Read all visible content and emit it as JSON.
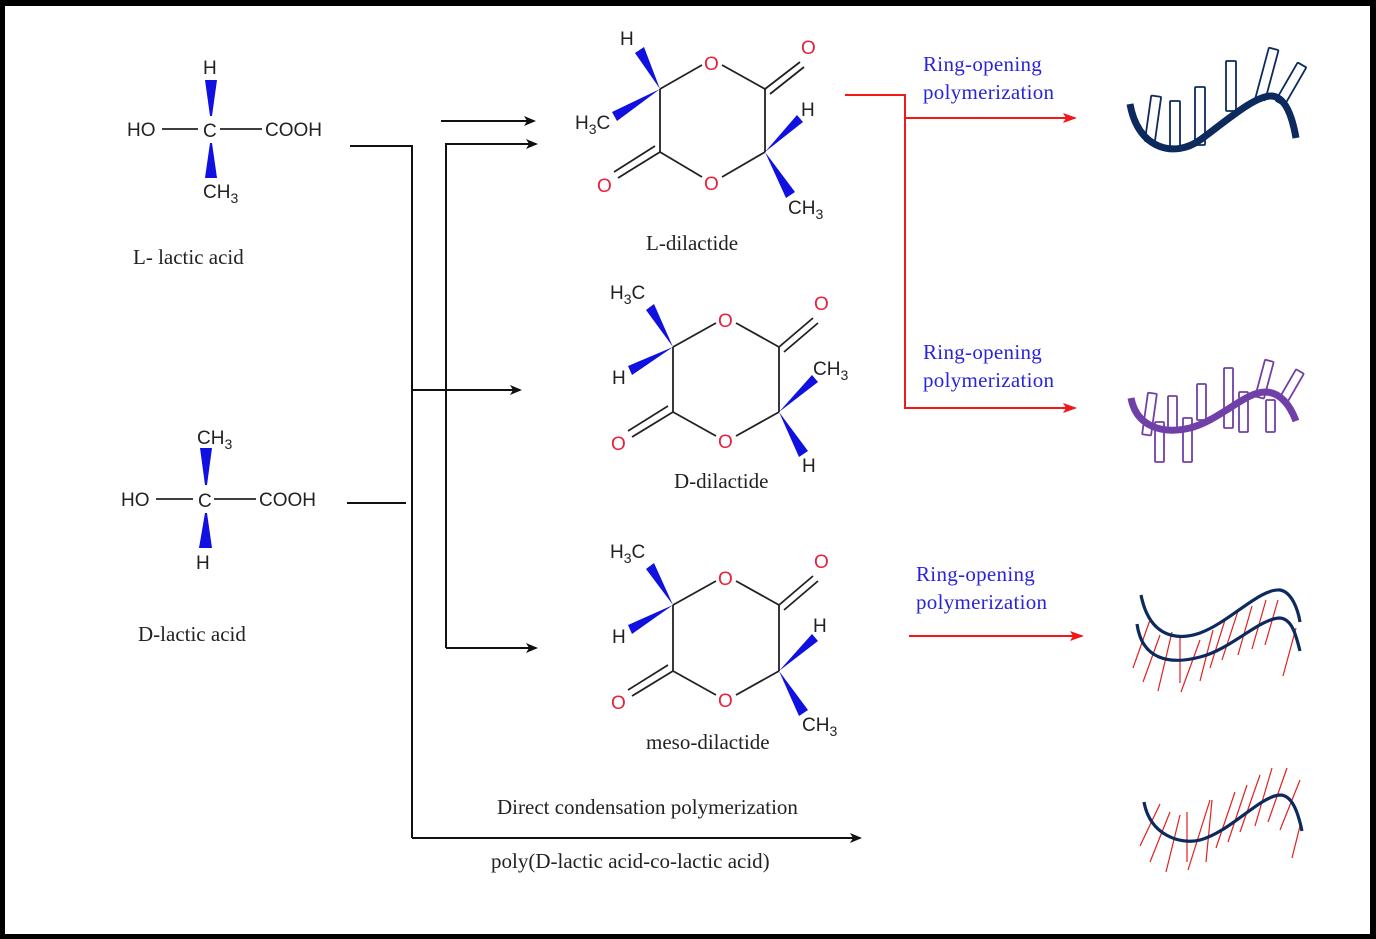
{
  "diagram": {
    "title": "Synthesis routes of poly(lactic acid)",
    "monomers": [
      {
        "name": "L- lactic acid",
        "left": "HO",
        "center": "C",
        "right": "COOH",
        "top": "H",
        "bottom": "CH",
        "bottom_sub": "3"
      },
      {
        "name": "D-lactic acid",
        "left": "HO",
        "center": "C",
        "right": "COOH",
        "top": "CH",
        "top_sub": "3",
        "bottom": "H"
      }
    ],
    "dilactides": [
      {
        "name": "L-dilactide",
        "ring_o": "O",
        "carbonyl_o": "O",
        "sub_a": "H",
        "sub_b": "H",
        "sub_b_sub": "3",
        "sub_b_c": "C",
        "sub_c": "H",
        "sub_d": "CH",
        "sub_d_sub": "3"
      },
      {
        "name": "D-dilactide",
        "ring_o": "O",
        "carbonyl_o": "O",
        "sub_a": "H",
        "sub_a_sub": "3",
        "sub_a_c": "C",
        "sub_b": "H",
        "sub_c": "CH",
        "sub_c_sub": "3",
        "sub_d": "H"
      },
      {
        "name": "meso-dilactide",
        "ring_o": "O",
        "carbonyl_o": "O",
        "sub_a": "H",
        "sub_a_sub": "3",
        "sub_a_c": "C",
        "sub_b": "H",
        "sub_c": "H",
        "sub_d": "CH",
        "sub_d_sub": "3"
      }
    ],
    "process_labels": {
      "rop_line1": "Ring-opening",
      "rop_line2": "polymerization",
      "direct": "Direct condensation polymerization",
      "copolymer": "poly(D-lactic acid-co-lactic acid)"
    },
    "polymers": [
      {
        "id": "PLLA",
        "style": "isotactic-bars",
        "color": "#0d2a5e"
      },
      {
        "id": "PDLA",
        "style": "isotactic-bars",
        "color": "#7040a8"
      },
      {
        "id": "meso-PLA",
        "style": "double-chain-hatched",
        "color": "#0d2a5e",
        "hatch": "#e02020"
      },
      {
        "id": "PDLLA",
        "style": "single-chain-hatched",
        "color": "#0d2a5e",
        "hatch": "#e02020"
      }
    ],
    "colors": {
      "wedge": "#1010e0",
      "oxygen": "#e8203c",
      "rop_text": "#2a24d8",
      "rop_arrow": "#f01818"
    }
  }
}
